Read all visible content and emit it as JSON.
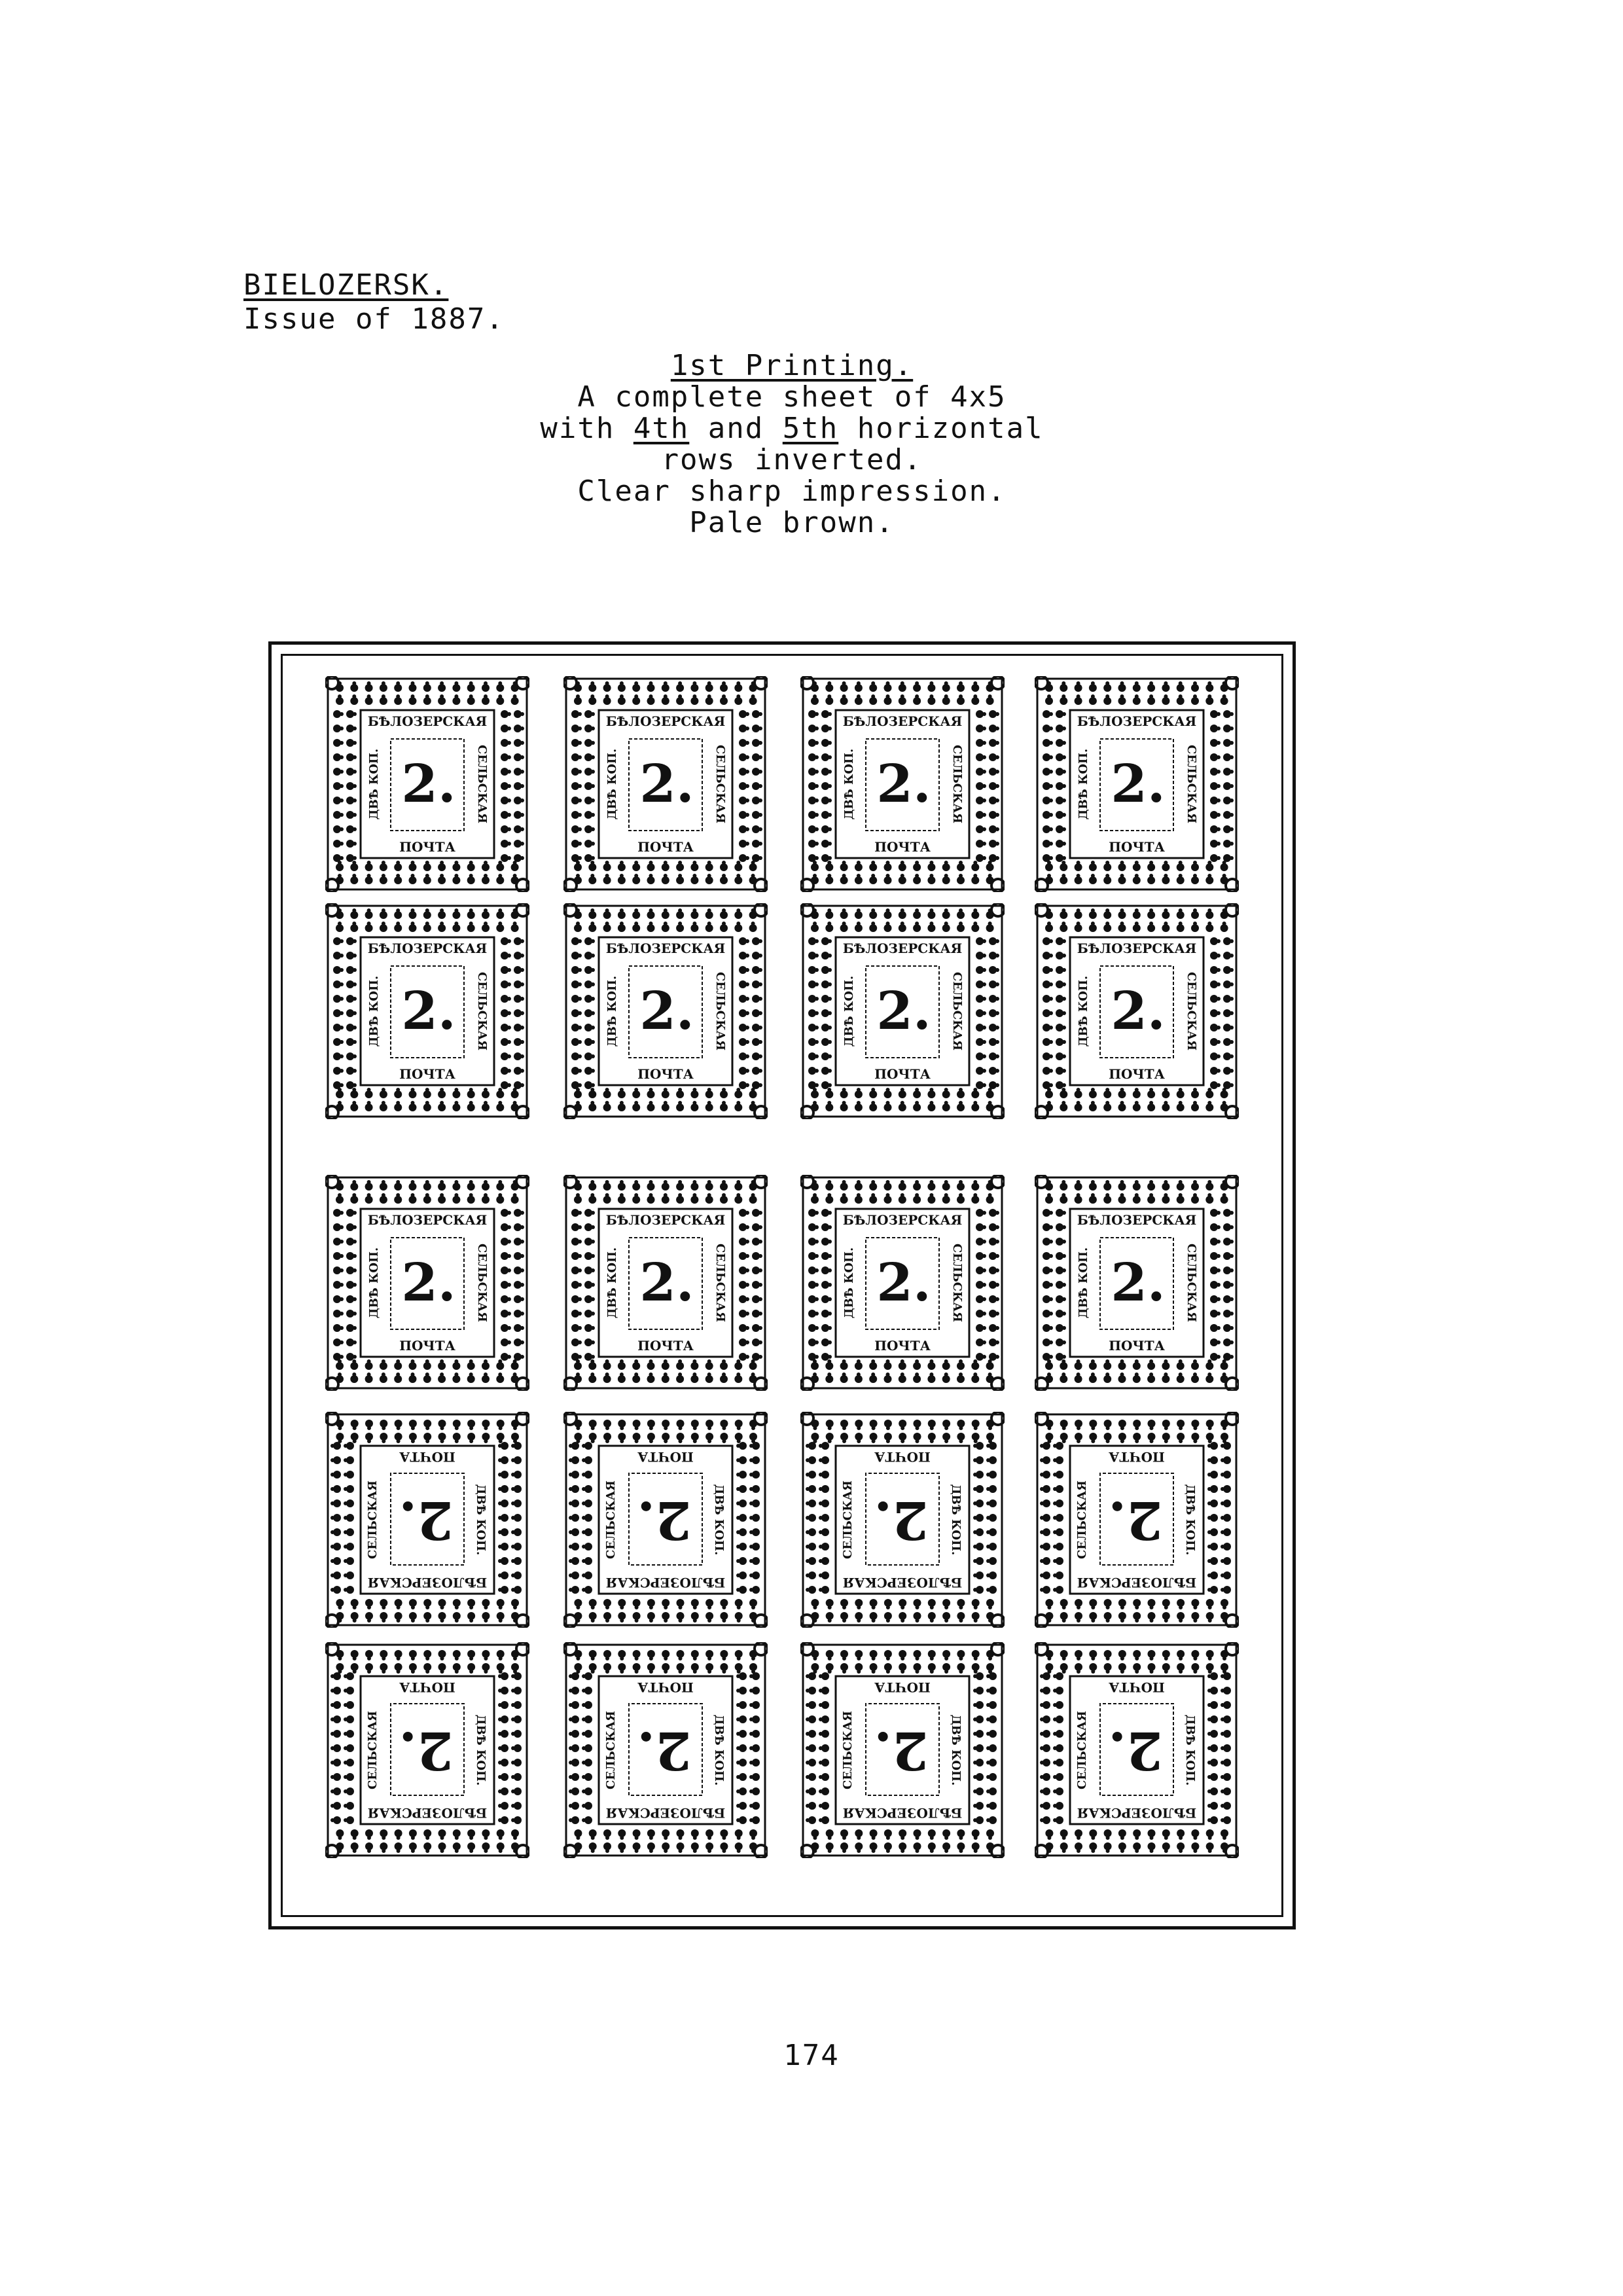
{
  "heading": {
    "line1": "BIELOZERSK.",
    "line2": "Issue of 1887."
  },
  "caption": {
    "title": "1st Printing.",
    "line2": "A complete sheet of 4x5",
    "line3_pre": "with ",
    "line3_ord1": "4th",
    "line3_mid": " and ",
    "line3_ord2": "5th",
    "line3_post": " horizontal",
    "line4": "rows  inverted.",
    "line5": "Clear sharp impression.",
    "line6": "Pale brown."
  },
  "sheet": {
    "rows": 5,
    "columns": 4,
    "inverted_rows": [
      4,
      5
    ],
    "stamp": {
      "top_text": "БѢЛОЗЕРСКАЯ",
      "bottom_text": "ПОЧТА",
      "left_text": "ДВѢ КОП.",
      "right_text": "СЕЛЬСКАЯ",
      "value": "2."
    },
    "ink_color": "#111111"
  },
  "page_number": "174"
}
